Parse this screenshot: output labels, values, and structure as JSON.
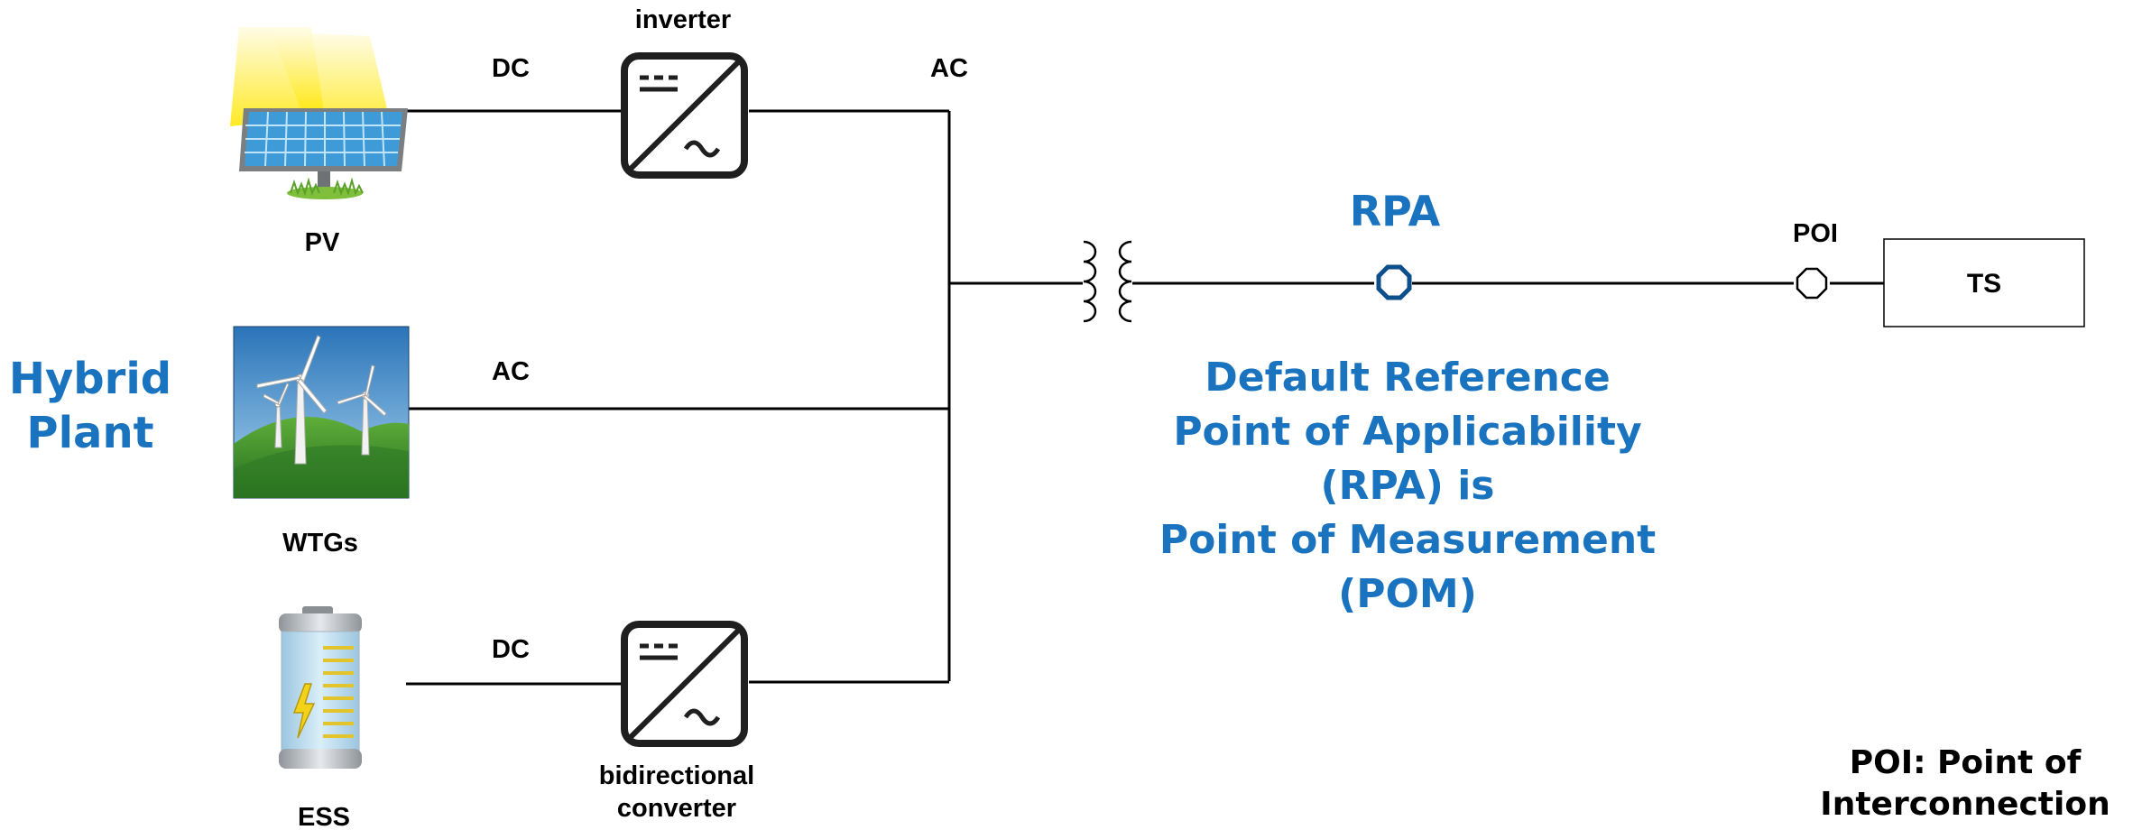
{
  "plant": {
    "line1": "Hybrid",
    "line2": "Plant"
  },
  "sources": {
    "pv": {
      "label": "PV",
      "link": "DC"
    },
    "wtgs": {
      "label": "WTGs",
      "link": "AC"
    },
    "ess": {
      "label": "ESS",
      "link": "DC"
    }
  },
  "converters": {
    "inverter": {
      "label": "inverter"
    },
    "bidirectional": {
      "line1": "bidirectional",
      "line2": "converter"
    }
  },
  "bus": {
    "label": "AC"
  },
  "rpa": {
    "label": "RPA",
    "description": [
      "Default Reference",
      "Point of Applicability",
      "(RPA) is",
      "Point of Measurement",
      "(POM)"
    ]
  },
  "poi": {
    "label": "POI"
  },
  "ts": {
    "label": "TS"
  },
  "note": {
    "line1": "POI: Point of",
    "line2": "Interconnection"
  },
  "colors": {
    "accent": "#1a73be",
    "rpa_node": "#0d4f8a"
  },
  "icons": {
    "pv": "solar-panel-icon",
    "wtgs": "wind-turbine-icon",
    "ess": "battery-icon",
    "converter": "converter-icon",
    "transformer": "transformer-icon"
  }
}
